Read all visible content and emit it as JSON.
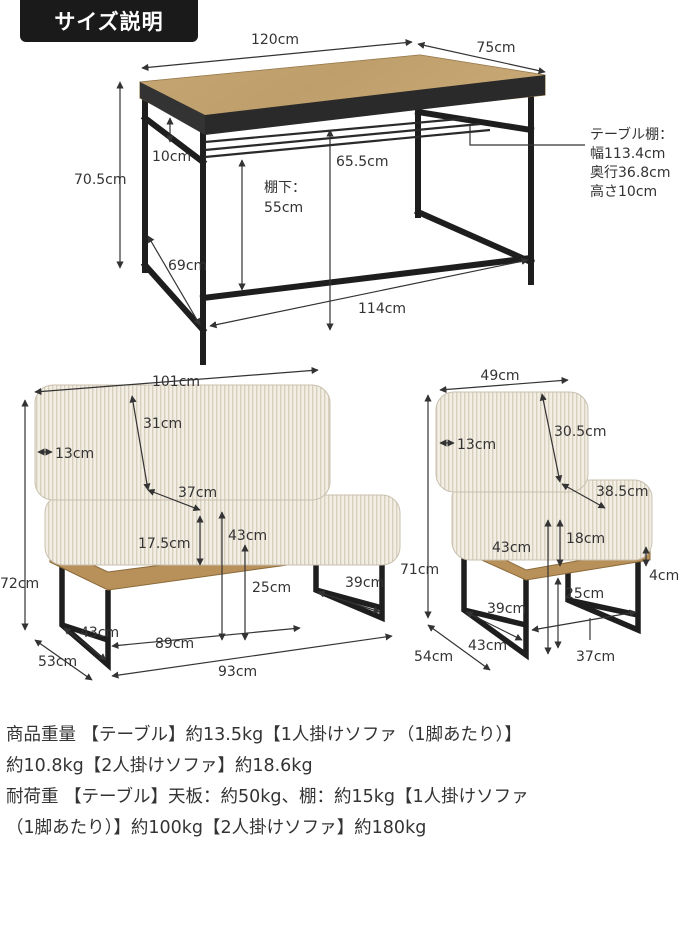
{
  "title": "サイズ説明",
  "table": {
    "width": "120cm",
    "depth": "75cm",
    "height": "70.5cm",
    "top_thickness": "10cm",
    "inner_height": "65.5cm",
    "under_shelf_label": "棚下：",
    "under_shelf_value": "55cm",
    "side_depth": "69cm",
    "inner_width": "114cm",
    "shelf_title": "テーブル棚：",
    "shelf_width": "幅113.4cm",
    "shelf_depth": "奥行36.8cm",
    "shelf_height": "高さ10cm"
  },
  "sofa2": {
    "width": "101cm",
    "back_height": "31cm",
    "arm_width": "13cm",
    "seat_depth": "37cm",
    "seat_height": "43cm",
    "cushion_thickness": "17.5cm",
    "total_height": "72cm",
    "leg_clearance": "25cm",
    "leg_depth": "39cm",
    "base_depth": "43cm",
    "leg_span": "89cm",
    "depth": "53cm",
    "base_width": "93cm"
  },
  "sofa1": {
    "width": "49cm",
    "back_height": "30.5cm",
    "arm_width": "13cm",
    "seat_depth": "38.5cm",
    "seat_height": "43cm",
    "cushion_thickness": "18cm",
    "total_height": "71cm",
    "frame_height": "4cm",
    "leg_clearance": "25cm",
    "leg_depth": "39cm",
    "base_depth": "43cm",
    "depth": "54cm",
    "leg_span": "37cm"
  },
  "info": {
    "line1": "商品重量 【テーブル】約13.5kg【1人掛けソファ（1脚あたり）】",
    "line2": "約10.8kg【2人掛けソファ】約18.6kg",
    "line3": "耐荷重 【テーブル】天板：約50kg、棚：約15kg【1人掛けソファ",
    "line4": "（1脚あたり）】約100kg【2人掛けソファ】約180kg"
  },
  "colors": {
    "badge": "#1a1a1a",
    "wood": "#b8955e",
    "frame": "#1e1e1e",
    "fabric": "#f1ece1",
    "stripe": "#d9d2c3"
  }
}
